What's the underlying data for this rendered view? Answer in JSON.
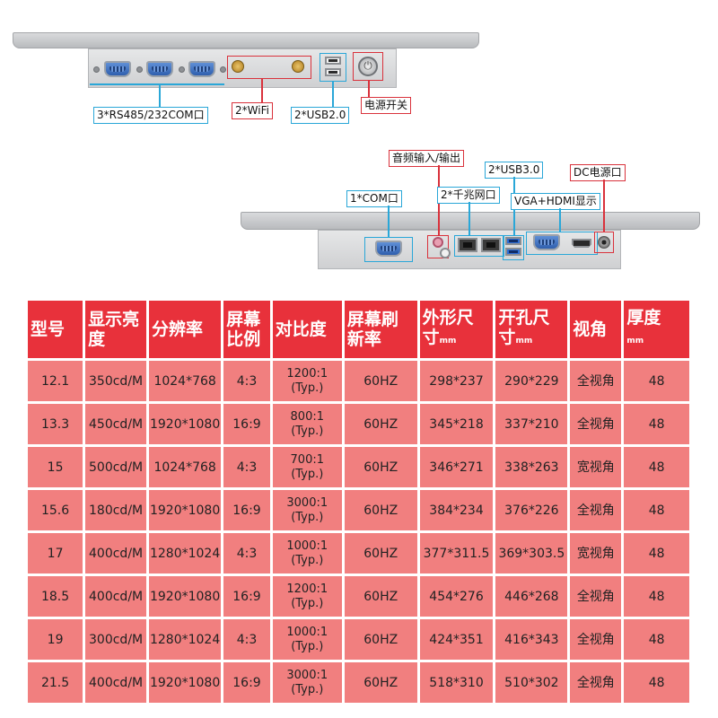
{
  "device_top": {
    "labels": {
      "com_ports": "3*RS485/232COM口",
      "wifi": "2*WiFi",
      "usb2": "2*USB2.0",
      "power_switch": "电源开关"
    }
  },
  "device_bottom": {
    "labels": {
      "audio": "音频输入/输出",
      "usb3": "2*USB3.0",
      "dc_power": "DC电源口",
      "com": "1*COM口",
      "lan": "2*千兆网口",
      "vga_hdmi": "VGA+HDMI显示"
    }
  },
  "spec_table": {
    "headers": [
      {
        "text": "型号",
        "unit": ""
      },
      {
        "text": "显示亮度",
        "unit": ""
      },
      {
        "text": "分辨率",
        "unit": ""
      },
      {
        "text": "屏幕比例",
        "unit": ""
      },
      {
        "text": "对比度",
        "unit": ""
      },
      {
        "text": "屏幕刷新率",
        "unit": ""
      },
      {
        "text": "外形尺寸",
        "unit": "mm"
      },
      {
        "text": "开孔尺寸",
        "unit": "mm"
      },
      {
        "text": "视角",
        "unit": ""
      },
      {
        "text": "厚度",
        "unit": "mm"
      }
    ],
    "rows": [
      [
        "12.1",
        "350cd/M",
        "1024*768",
        "4:3",
        "1200:1 (Typ.)",
        "60HZ",
        "298*237",
        "290*229",
        "全视角",
        "48"
      ],
      [
        "13.3",
        "450cd/M",
        "1920*1080",
        "16:9",
        "800:1 (Typ.)",
        "60HZ",
        "345*218",
        "337*210",
        "全视角",
        "48"
      ],
      [
        "15",
        "500cd/M",
        "1024*768",
        "4:3",
        "700:1 (Typ.)",
        "60HZ",
        "346*271",
        "338*263",
        "宽视角",
        "48"
      ],
      [
        "15.6",
        "180cd/M",
        "1920*1080",
        "16:9",
        "3000:1 (Typ.)",
        "60HZ",
        "384*234",
        "376*226",
        "全视角",
        "48"
      ],
      [
        "17",
        "400cd/M",
        "1280*1024",
        "4:3",
        "1000:1 (Typ.)",
        "60HZ",
        "377*311.5",
        "369*303.5",
        "宽视角",
        "48"
      ],
      [
        "18.5",
        "400cd/M",
        "1920*1080",
        "16:9",
        "1200:1 (Typ.)",
        "60HZ",
        "454*276",
        "446*268",
        "全视角",
        "48"
      ],
      [
        "19",
        "300cd/M",
        "1280*1024",
        "4:3",
        "1000:1 (Typ.)",
        "60HZ",
        "424*351",
        "416*343",
        "全视角",
        "48"
      ],
      [
        "21.5",
        "400cd/M",
        "1920*1080",
        "16:9",
        "3000:1 (Typ.)",
        "60HZ",
        "518*310",
        "510*302",
        "全视角",
        "48"
      ]
    ]
  },
  "colors": {
    "header_red": "#e8313b",
    "cell_pink": "#f17f7f",
    "callout_blue": "#2aa7d8",
    "callout_red": "#d9323c"
  }
}
